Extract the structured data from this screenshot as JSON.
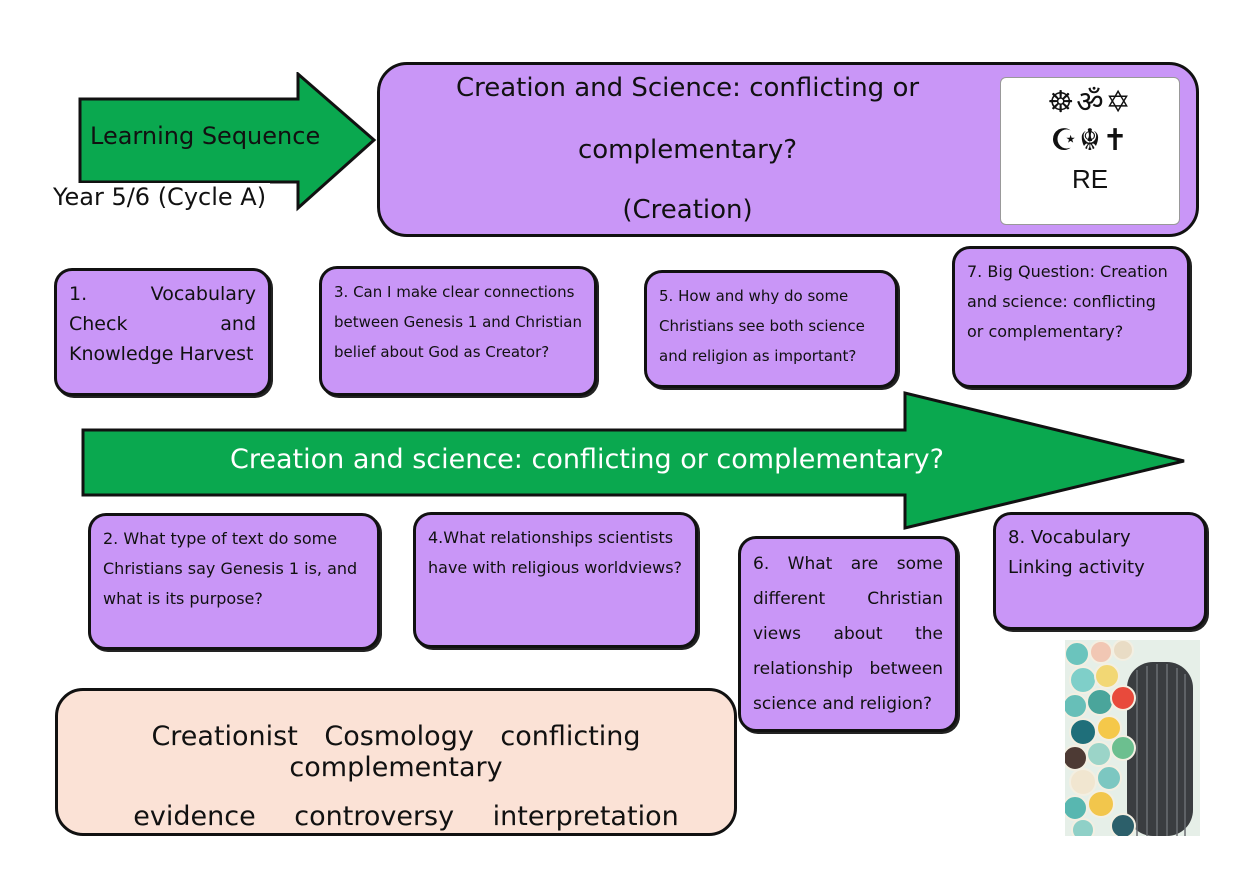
{
  "header": {
    "arrow_label": "Learning Sequence",
    "year_label": "Year 5/6 (Cycle A)"
  },
  "title": {
    "line1": "Creation and Science: conflicting or",
    "line2": "complementary?",
    "line3": "(Creation)"
  },
  "re_logo": {
    "symbols_row1": "☸ॐ✡",
    "symbols_row2": "☪☬✝",
    "label": "RE"
  },
  "main_arrow_label": "Creation and science: conflicting or complementary?",
  "lessons": [
    {
      "number": "1",
      "text": "1. Vocabulary Check and Knowledge Harvest"
    },
    {
      "number": "2",
      "text": "2. What type of text do some Christians say Genesis 1 is, and what is its purpose?"
    },
    {
      "number": "3",
      "text": "3. Can I make clear connections between Genesis 1 and Christian belief about God as Creator?"
    },
    {
      "number": "4",
      "text": "4.What relationships scientists have with religious worldviews?"
    },
    {
      "number": "5",
      "text": "5. How and why do some Christians see both science and religion as important?"
    },
    {
      "number": "6",
      "text": "6. What are some different Christian views about the relationship between science and religion?"
    },
    {
      "number": "7",
      "text": "7.  Big Question: Creation and science: conflicting or complementary?"
    },
    {
      "number": "8",
      "text": "8.  Vocabulary Linking activity"
    }
  ],
  "vocabulary": {
    "line1": "Creationist  Cosmology  conflicting  complementary",
    "line2": "evidence  controversy  interpretation"
  },
  "colors": {
    "arrow_green": "#0aa84f",
    "card_purple": "#c996f7",
    "vocab_peach": "#fbe2d6"
  }
}
